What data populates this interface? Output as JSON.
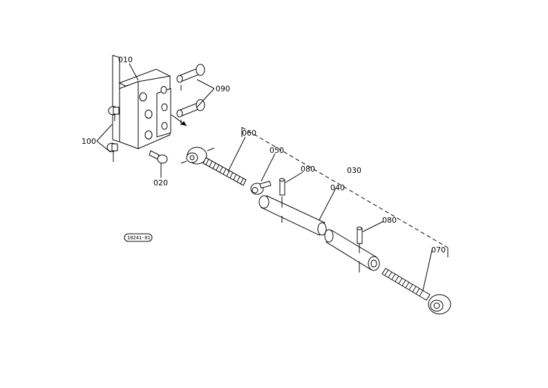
{
  "labels": {
    "p010": "010",
    "p020": "020",
    "p030": "030",
    "p040": "040",
    "p050": "050",
    "p060": "060",
    "p070": "070",
    "p080a": "080",
    "p080b": "080",
    "p090": "090",
    "p100": "100"
  },
  "drawing_code": "10241-01"
}
